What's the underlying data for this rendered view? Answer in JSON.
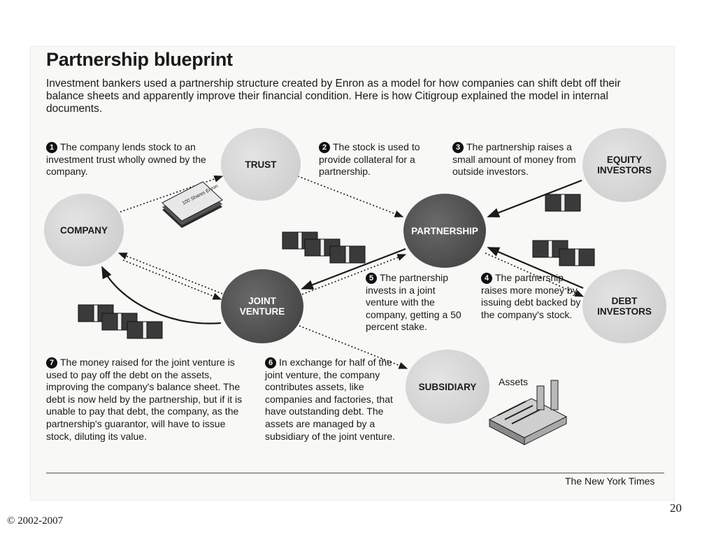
{
  "title": "Partnership blueprint",
  "intro": "Investment bankers used a partnership structure created by Enron as a model for how companies can shift debt off their balance sheets and apparently improve their financial condition. Here is how Citigroup explained the model in internal documents.",
  "nodes": {
    "company": "COMPANY",
    "trust": "TRUST",
    "partnership": "PARTNERSHIP",
    "equity_investors": "EQUITY INVESTORS",
    "debt_investors": "DEBT INVESTORS",
    "joint_venture": "JOINT VENTURE",
    "subsidiary": "SUBSIDIARY"
  },
  "steps": [
    {
      "num": "1",
      "text": "The company lends stock to an investment trust wholly owned by the company."
    },
    {
      "num": "2",
      "text": "The stock is used to provide collateral for a partnership."
    },
    {
      "num": "3",
      "text": "The partnership raises a small amount of money from outside investors."
    },
    {
      "num": "4",
      "text": "The partnership raises more money by issuing debt backed by the company's stock."
    },
    {
      "num": "5",
      "text": "The partnership invests in a joint venture with the company, getting a 50 percent stake."
    },
    {
      "num": "6",
      "text": "In exchange for half of the joint venture, the company contributes assets, like companies and factories, that have outstanding debt. The assets are managed by a subsidiary of the joint venture."
    },
    {
      "num": "7",
      "text": "The money raised for the joint venture is used to pay off the debt on the assets, improving the company's balance sheet. The debt is now held by the partnership, but if it is unable to pay that debt, the company, as the partnership's guarantor, will have to issue stock, diluting its value."
    }
  ],
  "stock_certificate": "100 Shares Enron",
  "assets_label": "Assets",
  "source": "The New York Times",
  "page_number": "20",
  "copyright": "© 2002-2007"
}
